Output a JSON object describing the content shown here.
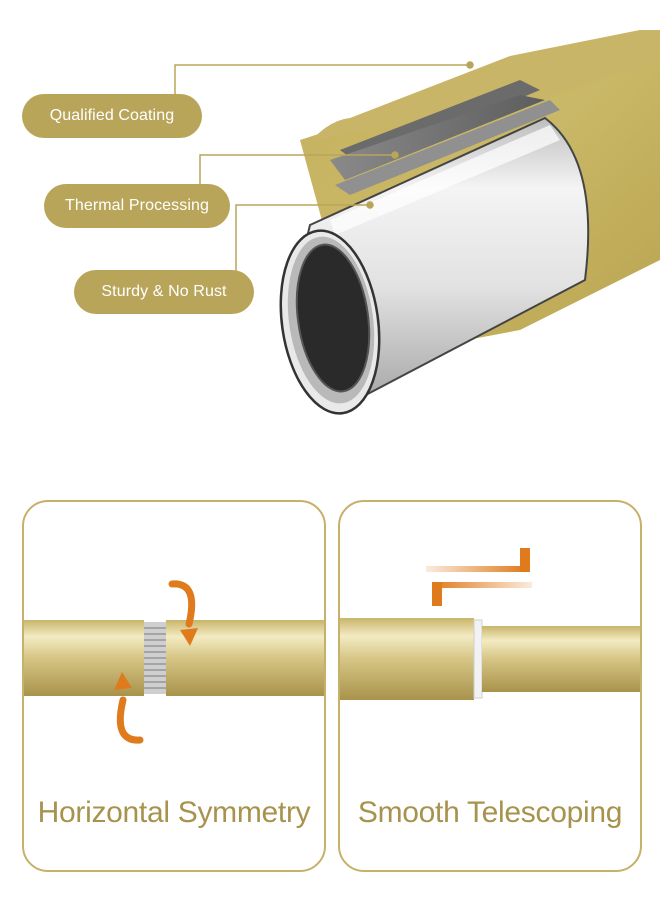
{
  "colors": {
    "gold": "#b9a55a",
    "gold_light": "#d6c98a",
    "caption_gold": "#a7934d",
    "orange": "#e07b1d",
    "panel_border": "#c7b16a"
  },
  "callouts": [
    {
      "label": "Qualified Coating"
    },
    {
      "label": "Thermal Processing"
    },
    {
      "label": "Sturdy & No Rust"
    }
  ],
  "panels": [
    {
      "caption": "Horizontal Symmetry",
      "icon": "rotate-arrows-icon"
    },
    {
      "caption": "Smooth Telescoping",
      "icon": "slide-arrows-icon"
    }
  ]
}
